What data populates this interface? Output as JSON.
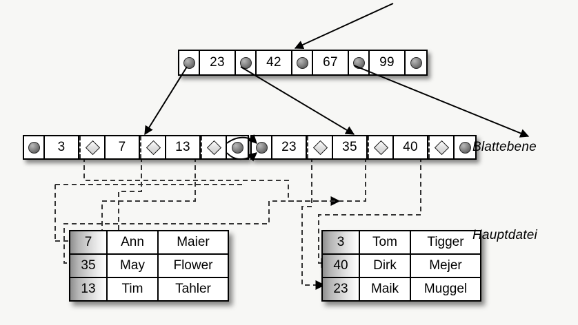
{
  "diagram": {
    "title_labels": {
      "leaf_level": "Blattebene",
      "main_file": "Hauptdatei"
    }
  },
  "root_node": {
    "name": "root-index-node",
    "cells": [
      {
        "type": "pointer",
        "icon": "disc-pointer-icon",
        "label": ""
      },
      {
        "type": "value",
        "label": "23"
      },
      {
        "type": "pointer",
        "icon": "disc-pointer-icon",
        "label": ""
      },
      {
        "type": "value",
        "label": "42"
      },
      {
        "type": "pointer",
        "icon": "disc-pointer-icon",
        "label": ""
      },
      {
        "type": "value",
        "label": "67"
      },
      {
        "type": "pointer",
        "icon": "disc-pointer-icon",
        "label": ""
      },
      {
        "type": "value",
        "label": "99"
      },
      {
        "type": "pointer",
        "icon": "disc-pointer-icon",
        "label": ""
      }
    ]
  },
  "leaf_left": {
    "name": "leaf-node-left",
    "cells": [
      {
        "type": "pointer",
        "icon": "disc-pointer-icon",
        "label": ""
      },
      {
        "type": "value",
        "label": "3"
      },
      {
        "type": "diamond",
        "icon": "diamond-pointer-icon",
        "label": ""
      },
      {
        "type": "value",
        "label": "7"
      },
      {
        "type": "diamond",
        "icon": "diamond-pointer-icon",
        "label": ""
      },
      {
        "type": "value",
        "label": "13"
      },
      {
        "type": "diamond",
        "icon": "diamond-pointer-icon",
        "label": ""
      },
      {
        "type": "pointer",
        "icon": "disc-pointer-icon",
        "label": ""
      }
    ]
  },
  "leaf_right": {
    "name": "leaf-node-right",
    "cells": [
      {
        "type": "pointer",
        "icon": "disc-pointer-icon",
        "label": ""
      },
      {
        "type": "value",
        "label": "23"
      },
      {
        "type": "diamond",
        "icon": "diamond-pointer-icon",
        "label": ""
      },
      {
        "type": "value",
        "label": "35"
      },
      {
        "type": "diamond",
        "icon": "diamond-pointer-icon",
        "label": ""
      },
      {
        "type": "value",
        "label": "40"
      },
      {
        "type": "diamond",
        "icon": "diamond-pointer-icon",
        "label": ""
      },
      {
        "type": "pointer",
        "icon": "disc-pointer-icon",
        "label": ""
      }
    ]
  },
  "table_left": {
    "name": "main-file-table-left",
    "rows": [
      {
        "key": "7",
        "first": "Ann",
        "last": "Maier"
      },
      {
        "key": "35",
        "first": "May",
        "last": "Flower"
      },
      {
        "key": "13",
        "first": "Tim",
        "last": "Tahler"
      }
    ]
  },
  "table_right": {
    "name": "main-file-table-right",
    "rows": [
      {
        "key": "3",
        "first": "Tom",
        "last": "Tigger"
      },
      {
        "key": "40",
        "first": "Dirk",
        "last": "Mejer"
      },
      {
        "key": "23",
        "first": "Maik",
        "last": "Muggel"
      }
    ]
  },
  "colors": {
    "background": "#f7f7f5",
    "stroke": "#000000",
    "dashed": "#333333",
    "key_gradient_start": "#8e8e8e",
    "key_gradient_end": "#ffffff"
  }
}
